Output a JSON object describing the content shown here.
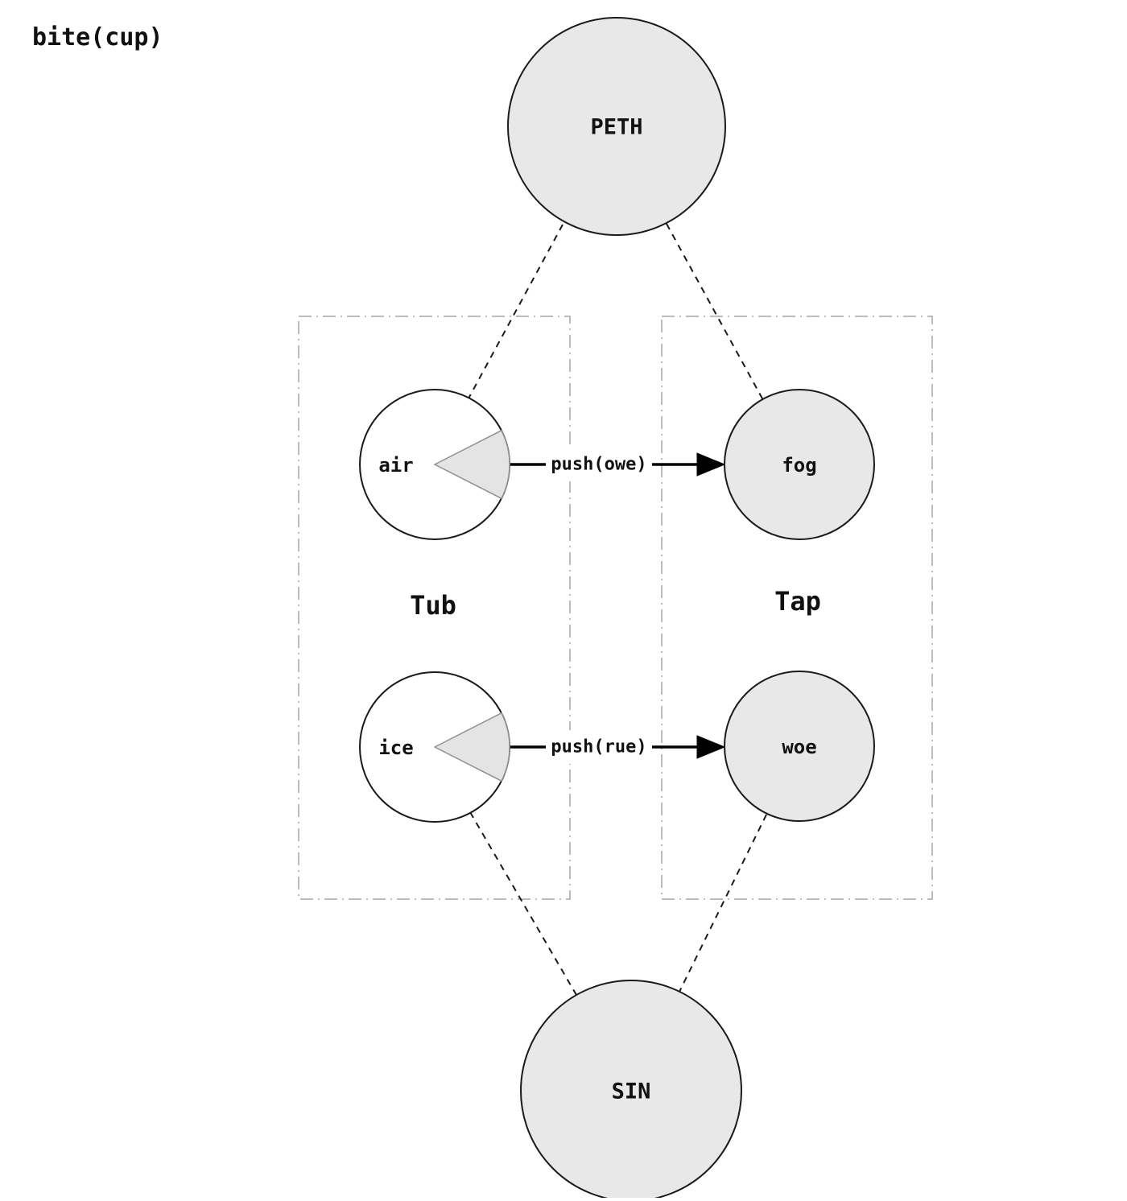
{
  "title": "bite(cup)",
  "colors": {
    "background": "#ffffff",
    "node_fill_gray": "#e8e8e8",
    "node_fill_white": "#ffffff",
    "node_stroke": "#1a1a1a",
    "wedge_fill": "#e4e4e4",
    "wedge_stroke": "#909090",
    "cluster_border": "#a6a6a6",
    "edge_color": "#000000"
  },
  "nodes": {
    "peth": {
      "label": "PETH",
      "fill": "#e8e8e8",
      "shape": "large-circle"
    },
    "sin": {
      "label": "SIN",
      "fill": "#e8e8e8",
      "shape": "large-circle"
    },
    "air": {
      "label": "air",
      "fill": "#ffffff",
      "shape": "circle-with-wedge",
      "wedge_fill": "#e4e4e4"
    },
    "ice": {
      "label": "ice",
      "fill": "#ffffff",
      "shape": "circle-with-wedge",
      "wedge_fill": "#e4e4e4"
    },
    "fog": {
      "label": "fog",
      "fill": "#e8e8e8",
      "shape": "circle"
    },
    "woe": {
      "label": "woe",
      "fill": "#e8e8e8",
      "shape": "circle"
    }
  },
  "clusters": [
    {
      "label": "Tub",
      "contains": [
        "air",
        "ice"
      ]
    },
    {
      "label": "Tap",
      "contains": [
        "fog",
        "woe"
      ]
    }
  ],
  "edges": [
    {
      "from": "air",
      "to": "fog",
      "label": "push(owe)",
      "style": "solid-arrow"
    },
    {
      "from": "ice",
      "to": "woe",
      "label": "push(rue)",
      "style": "solid-arrow"
    },
    {
      "from": "peth",
      "to": "air",
      "label": "",
      "style": "dashed"
    },
    {
      "from": "peth",
      "to": "fog",
      "label": "",
      "style": "dashed"
    },
    {
      "from": "ice",
      "to": "sin",
      "label": "",
      "style": "dashed"
    },
    {
      "from": "woe",
      "to": "sin",
      "label": "",
      "style": "dashed"
    }
  ]
}
